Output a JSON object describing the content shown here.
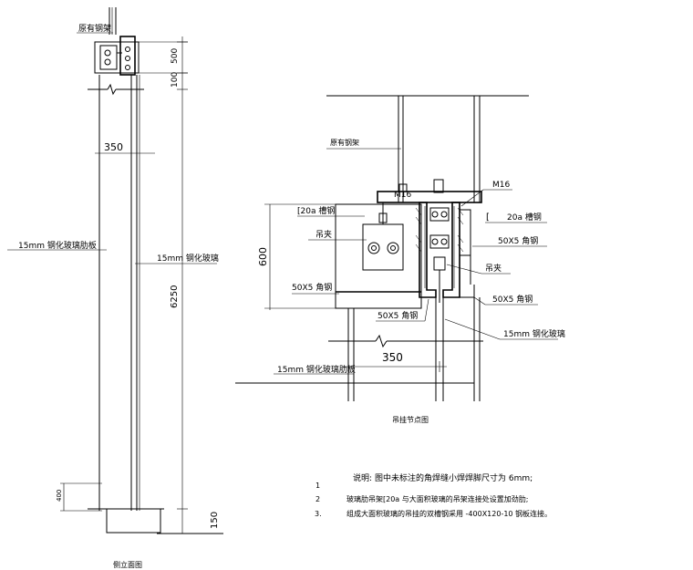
{
  "side_elevation": {
    "caption": "侧立面图",
    "label_steel_frame": "原有钢架",
    "label_glass_fin": "15mm 钢化玻璃肋板",
    "label_glass": "15mm 钢化玻璃",
    "dim_500": "500",
    "dim_100": "100",
    "dim_6250": "6250",
    "dim_350": "350",
    "dim_150": "150",
    "dim_400": "400"
  },
  "node_detail": {
    "caption": "吊挂节点图",
    "label_steel_frame": "原有钢架",
    "label_channel_left": "[20a 槽钢",
    "label_m16_left": "M16",
    "label_m16_right": "M16",
    "label_channel_right": "20a 槽钢",
    "label_clamp_left": "吊夹",
    "label_clamp_right": "吊夹",
    "label_angle_1": "50X5 角钢",
    "label_angle_2": "50X5 角钢",
    "label_angle_3": "50X5 角钢",
    "label_angle_4": "50X5 角钢",
    "label_glass": "15mm 钢化玻璃",
    "label_glass_fin": "15mm 钢化玻璃肋板",
    "dim_600": "600",
    "dim_350": "350"
  },
  "notes": {
    "title": "说明:",
    "intro": "图中未标注的角焊缝小焊焊脚尺寸为 6mm;",
    "items": [
      {
        "num": "1",
        "text": ""
      },
      {
        "num": "2",
        "text": "玻璃肋吊架[20a 与大面积玻璃的吊架连接处设置加劲肋;"
      },
      {
        "num": "3.",
        "text": "组成大面积玻璃的吊挂的双槽钢采用      -400X120-10    钢板连接。"
      }
    ]
  }
}
